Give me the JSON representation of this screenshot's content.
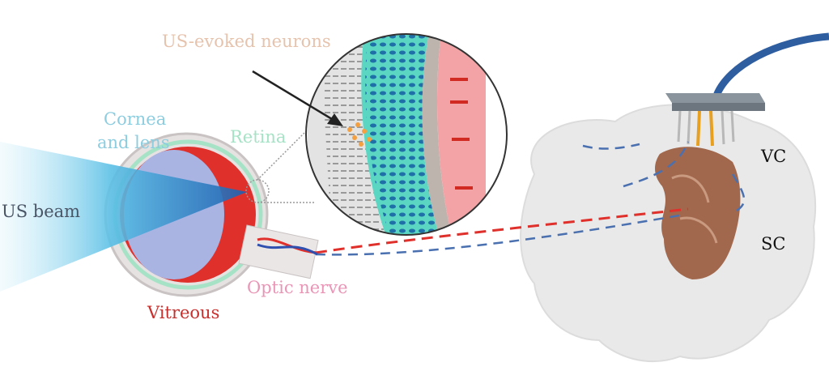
{
  "labels": {
    "us_evoked_neurons": "US-evoked neurons",
    "cornea_line1": "Cornea",
    "cornea_line2": "and lens",
    "retina": "Retina",
    "us_beam": "US beam",
    "optic_nerve": "Optic nerve",
    "vitreous": "Vitreous",
    "vc": "VC",
    "sc": "SC"
  },
  "colors": {
    "us_evoked": "#e6c3ad",
    "cornea": "#8ccde0",
    "retina": "#a6e3c6",
    "us_beam_text": "#4a5566",
    "optic_nerve": "#e996b6",
    "vitreous": "#c8302e",
    "pathway_red": "#e0302c",
    "pathway_blue": "#4a70b0",
    "cable": "#2f5ea0",
    "brain": "#e9e9e9",
    "cortex": "#9a5a3c"
  }
}
